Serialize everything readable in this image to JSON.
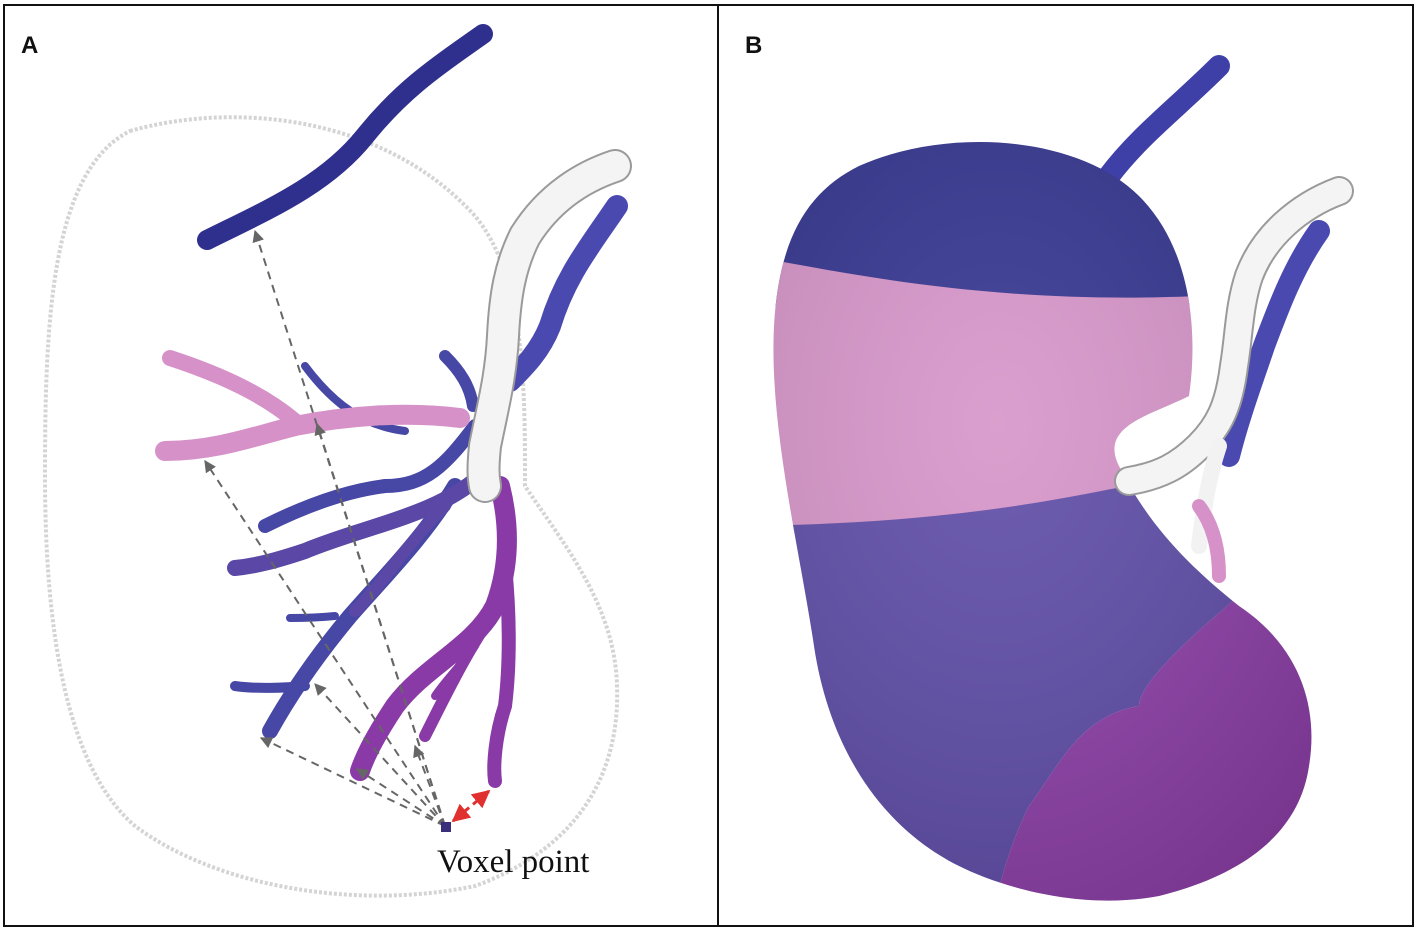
{
  "panel_a": {
    "label": "A",
    "annotation": "Voxel point"
  },
  "panel_b": {
    "label": "B"
  },
  "colors": {
    "segment_upper": "#2f2f8e",
    "segment_upper_middle": "#d692c8",
    "segment_lower_middle": "#5b48a6",
    "segment_lower": "#8a3aa6",
    "renal_artery": "#f2f2f2",
    "renal_vein": "#4a49b0",
    "kidney_outline": "#d0d0d0",
    "distance_line": "#666666",
    "nearest_distance": "#e03030"
  }
}
